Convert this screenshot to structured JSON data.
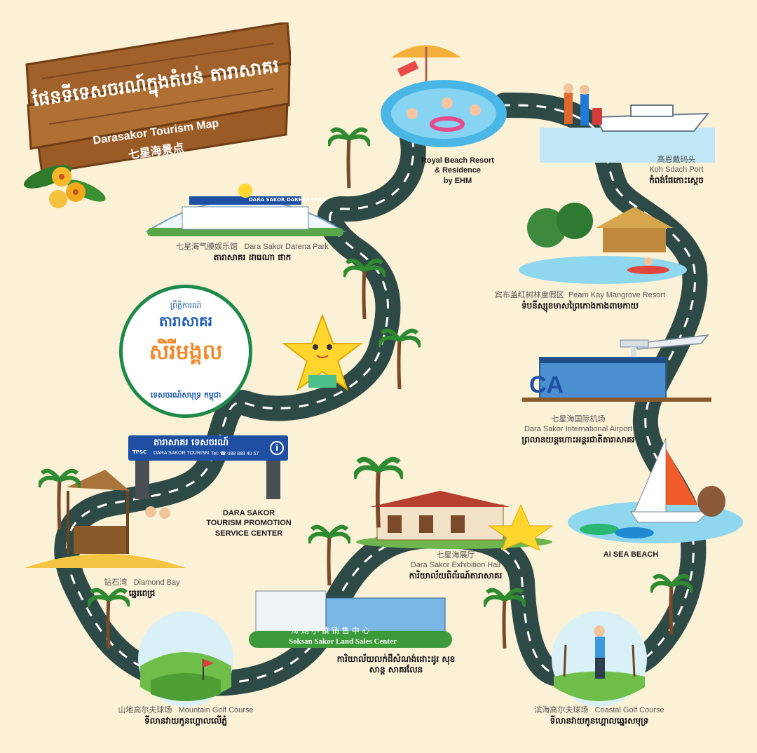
{
  "title": {
    "khmer": "ផែនទីទេសចរណ៍ក្នុងតំបន់ តារាសាគរ",
    "english": "Darasakor Tourism Map",
    "chinese": "七星海景点"
  },
  "badge": {
    "top_text": "ព្រឹត្តិការណ៍",
    "brand": "តារាសាគរ",
    "main": "សិរីមង្គល",
    "bottom_text": "ទេសចរណ៍សមុទ្រ កម្ពុជា"
  },
  "info_sign": {
    "logo": "TPSC",
    "khmer": "តារាសាគរ ទេសចរណ៍",
    "english": "DARA SAKOR TOURISM",
    "tel": "Tel: ☎ 088 888 40 57",
    "info_icon": "i"
  },
  "darena_banner": "DARA SAKOR DARENA PARK",
  "land_sales_banner_zh": "海 湖 小 镇 销 售 中 心",
  "land_sales_banner_en": "Soksan Sakor Land Sales Center",
  "locations": [
    {
      "id": "royal-beach",
      "en": "Royal Beach Resort\n& Residence\nby EHM"
    },
    {
      "id": "koh-sdach",
      "zh": "高恩戴码头",
      "en": "Koh Sdach Port",
      "km": "កំពង់ផែកោះស្ដេច"
    },
    {
      "id": "darena",
      "zh": "七星海气膜娱乐馆",
      "en": "Dara Sakor Darena Park",
      "km": "តារាសាគរ ដារេណា ផាក"
    },
    {
      "id": "peam-kay",
      "zh": "宾布盖红树林度假区",
      "en": "Peam Kay Mangrove Resort",
      "km": "ទំបនីស្សុខមាសព្រៃកោងកាងពាមកាយ"
    },
    {
      "id": "airport",
      "zh": "七星海国际机场",
      "en": "Dara Sakor International Airport",
      "km": "ព្រលានយន្តហោះអន្តរជាតិតារាសាគរ"
    },
    {
      "id": "tourism-center",
      "en": "DARA SAKOR\nTOURISM PROMOTION\nSERVICE CENTER"
    },
    {
      "id": "ai-sea-beach",
      "en": "AI SEA BEACH"
    },
    {
      "id": "exhibition",
      "zh": "七星海展厅",
      "en": "Dara Sakor Exhibition Hall",
      "km": "ការិយាល័យពិព័រណ៍តារាសាគរ"
    },
    {
      "id": "diamond-bay",
      "zh": "钻石湾",
      "en": "Diamond Bay",
      "km": "ឆ្នេរពេជ្រ"
    },
    {
      "id": "land-sales",
      "km": "ការិយាល័យលក់ដីសំណង់ដោះដូរ សុខសាន្ត សាគរលែន"
    },
    {
      "id": "mountain-golf",
      "zh": "山地高尔夫球场",
      "en": "Mountain Golf Course",
      "km": "ទីលានវាយកូនហ្គោលលើភ្នំ"
    },
    {
      "id": "coastal-golf",
      "zh": "滨海高尔夫球场",
      "en": "Coastal Golf Course",
      "km": "ទីលានវាយកូនហ្គោលឆ្នេរសមុទ្រ"
    }
  ],
  "colors": {
    "background": "#fbf1d6",
    "road": "#2e4a46",
    "road_dash": "#ffffff",
    "wood": "#a0612b",
    "green": "#1d8a4a",
    "sign_blue": "#1e4fa2"
  }
}
